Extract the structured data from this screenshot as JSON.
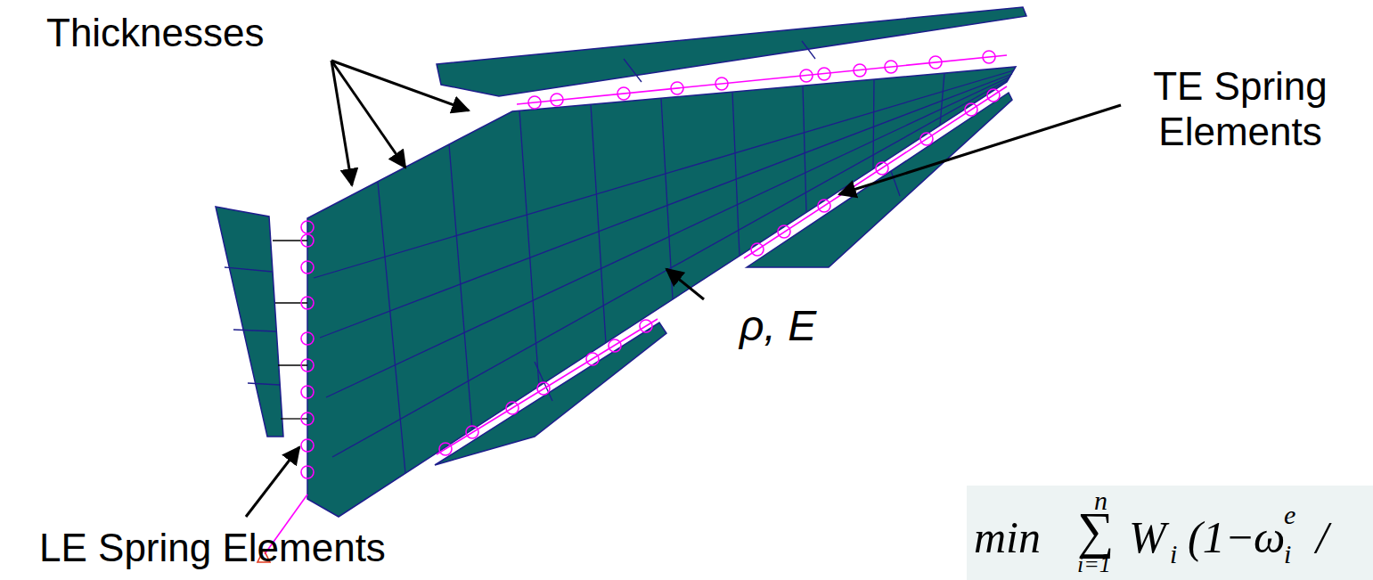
{
  "diagram": {
    "nodes": [
      {
        "text": [
          "min",
          "n",
          "∑",
          "i=1",
          "W",
          "i",
          "(1−",
          "ω",
          "e",
          "i",
          "/"
        ]
      }
    ],
    "labels": [
      "Thicknesses",
      "TE Spring Elements",
      "ρ, E",
      "LE Spring Elements"
    ]
  }
}
